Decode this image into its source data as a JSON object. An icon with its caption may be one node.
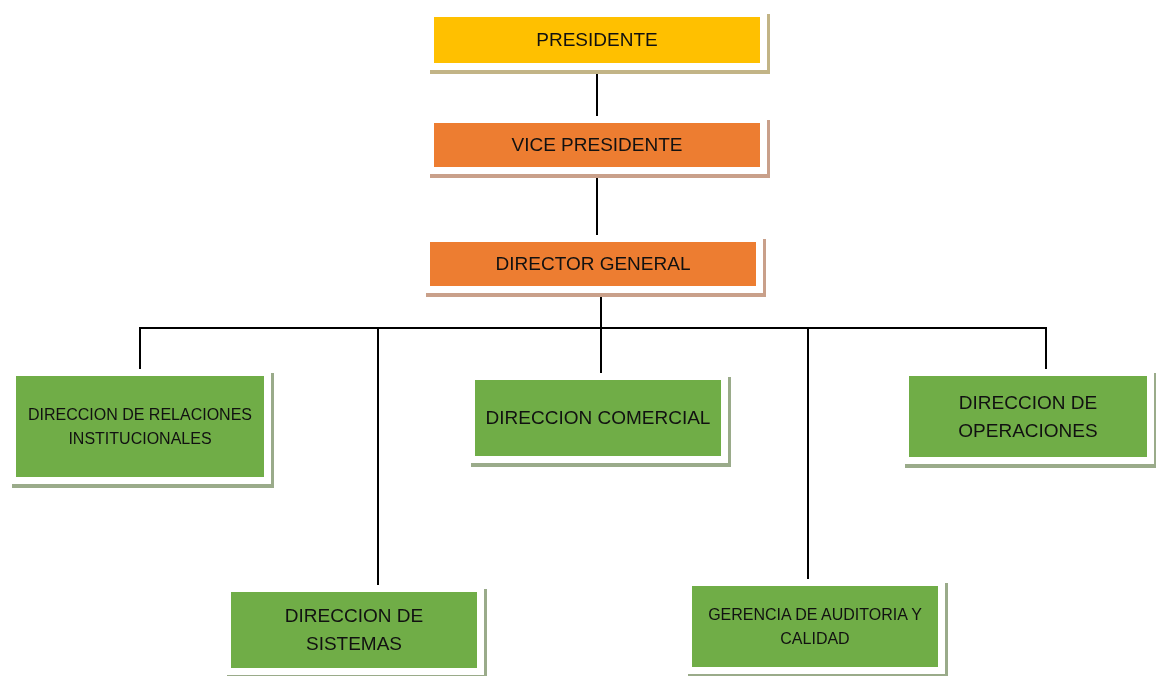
{
  "diagram": {
    "nodes": [
      {
        "text": [
          "PRESIDENTE"
        ]
      },
      {
        "text": [
          "VICE PRESIDENTE"
        ]
      },
      {
        "text": [
          "DIRECTOR GENERAL"
        ]
      },
      {
        "text": [
          "DIRECCION DE RELACIONES INSTITUCIONALES"
        ]
      },
      {
        "text": [
          "DIRECCION DE SISTEMAS"
        ]
      },
      {
        "text": [
          "DIRECCION COMERCIAL"
        ]
      },
      {
        "text": [
          "GERENCIA DE AUDITORIA Y CALIDAD"
        ]
      },
      {
        "text": [
          "DIRECCION DE OPERACIONES"
        ]
      }
    ],
    "edges": [
      {
        "from": 0,
        "to": 1,
        "arrow": "none"
      },
      {
        "from": 1,
        "to": 2,
        "arrow": "none"
      },
      {
        "from": 2,
        "to": 3,
        "arrow": "none"
      },
      {
        "from": 2,
        "to": 4,
        "arrow": "none"
      },
      {
        "from": 2,
        "to": 5,
        "arrow": "none"
      },
      {
        "from": 2,
        "to": 6,
        "arrow": "none"
      },
      {
        "from": 2,
        "to": 7,
        "arrow": "none"
      }
    ]
  }
}
